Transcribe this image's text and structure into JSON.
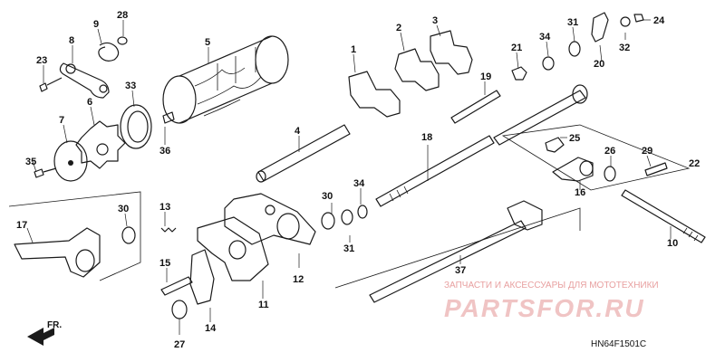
{
  "diagram_code": "HN64F1501C",
  "front_marker": "FR.",
  "watermark": {
    "tagline": "ЗАПЧАСТИ И АКСЕССУАРЫ ДЛЯ МОТОТЕХНИКИ",
    "brand": "PARTSFOR.RU"
  },
  "callouts": {
    "c1": "1",
    "c2": "2",
    "c3": "3",
    "c4": "4",
    "c5": "5",
    "c6": "6",
    "c7": "7",
    "c8": "8",
    "c9": "9",
    "c10": "10",
    "c11": "11",
    "c12": "12",
    "c13": "13",
    "c14": "14",
    "c15": "15",
    "c16": "16",
    "c17": "17",
    "c18": "18",
    "c19": "19",
    "c20": "20",
    "c21": "21",
    "c22": "22",
    "c23": "23",
    "c24": "24",
    "c25": "25",
    "c26": "26",
    "c27": "27",
    "c28": "28",
    "c29": "29",
    "c30a": "30",
    "c30b": "30",
    "c31a": "31",
    "c31b": "31",
    "c32": "32",
    "c33": "33",
    "c34a": "34",
    "c34b": "34",
    "c35": "35",
    "c36": "36",
    "c37": "37"
  }
}
